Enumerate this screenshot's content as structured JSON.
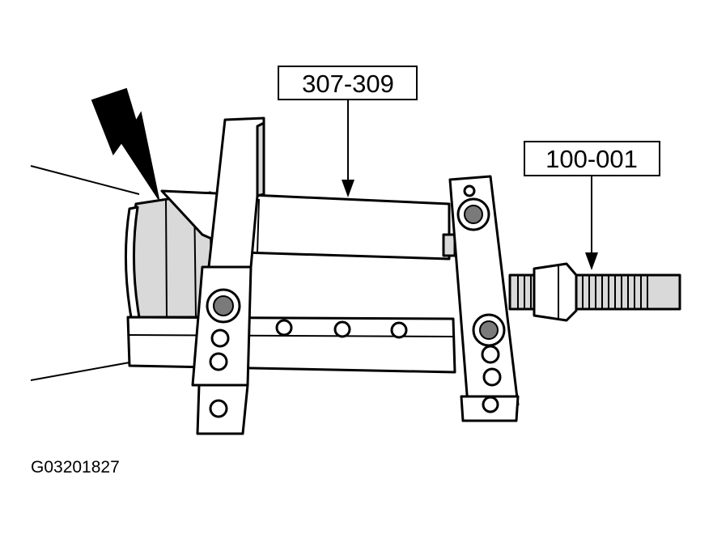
{
  "callouts": {
    "tool_a": "307-309",
    "tool_b": "100-001"
  },
  "figure_id": "G03201827",
  "colors": {
    "ink": "#000000",
    "paper": "#ffffff",
    "shade": "#d9d9d9"
  }
}
